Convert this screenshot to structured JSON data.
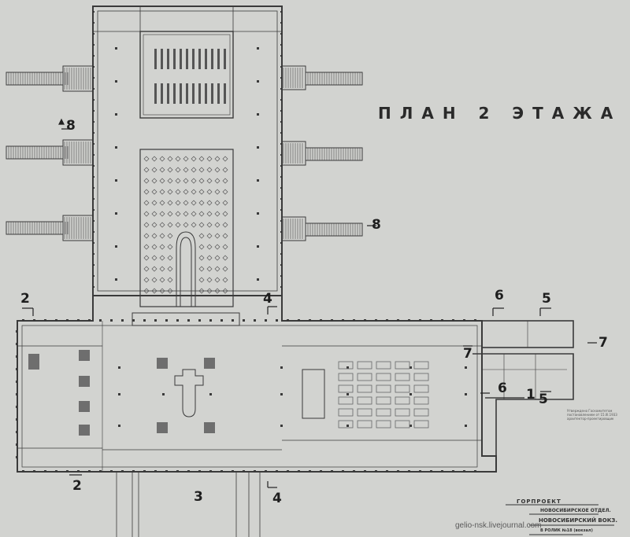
{
  "title": "ПЛАН 2 ЭТАЖА",
  "section_marks": {
    "m8_upper": "8",
    "m8_right": "8",
    "m2_top": "2",
    "m2_bottom": "2",
    "m4_top": "4",
    "m4_bottom": "4",
    "m3": "3",
    "m6_top": "6",
    "m6_mid": "6",
    "m5_top": "5",
    "m5_mid": "5",
    "m7_left": "7",
    "m7_right": "7",
    "m1": "1"
  },
  "stamp": {
    "line1": "Утверждено Госкомитетом",
    "line2": "постановлением от 15.III.1933",
    "line3": "архитектор-проектировщик"
  },
  "title_block": {
    "line1": "ГОРПРОЕКТ",
    "line2": "НОВОСИБИРСКОЕ ОТДЕЛ.",
    "line3": "НОВОСИБИРСКИЙ ВОКЗ.",
    "line4": "В РОЛИК №18 (вокзал)"
  },
  "credit": "gelio-nsk.livejournal.com"
}
